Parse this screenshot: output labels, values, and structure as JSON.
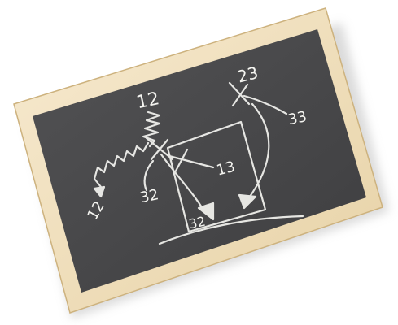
{
  "board": {
    "frame_color": "#f0dfb8",
    "frame_edge_color": "#d9c08f",
    "slate_color": "#4a4a4c",
    "chalk_color": "#f4f4f0",
    "shadow_color": "#cfcfcf"
  },
  "chalk_labels": {
    "top_center": "12",
    "top_right": "23",
    "right": "33",
    "center_right": "13",
    "center_left": "32",
    "bottom_left": "12",
    "bottom_center": "32"
  }
}
